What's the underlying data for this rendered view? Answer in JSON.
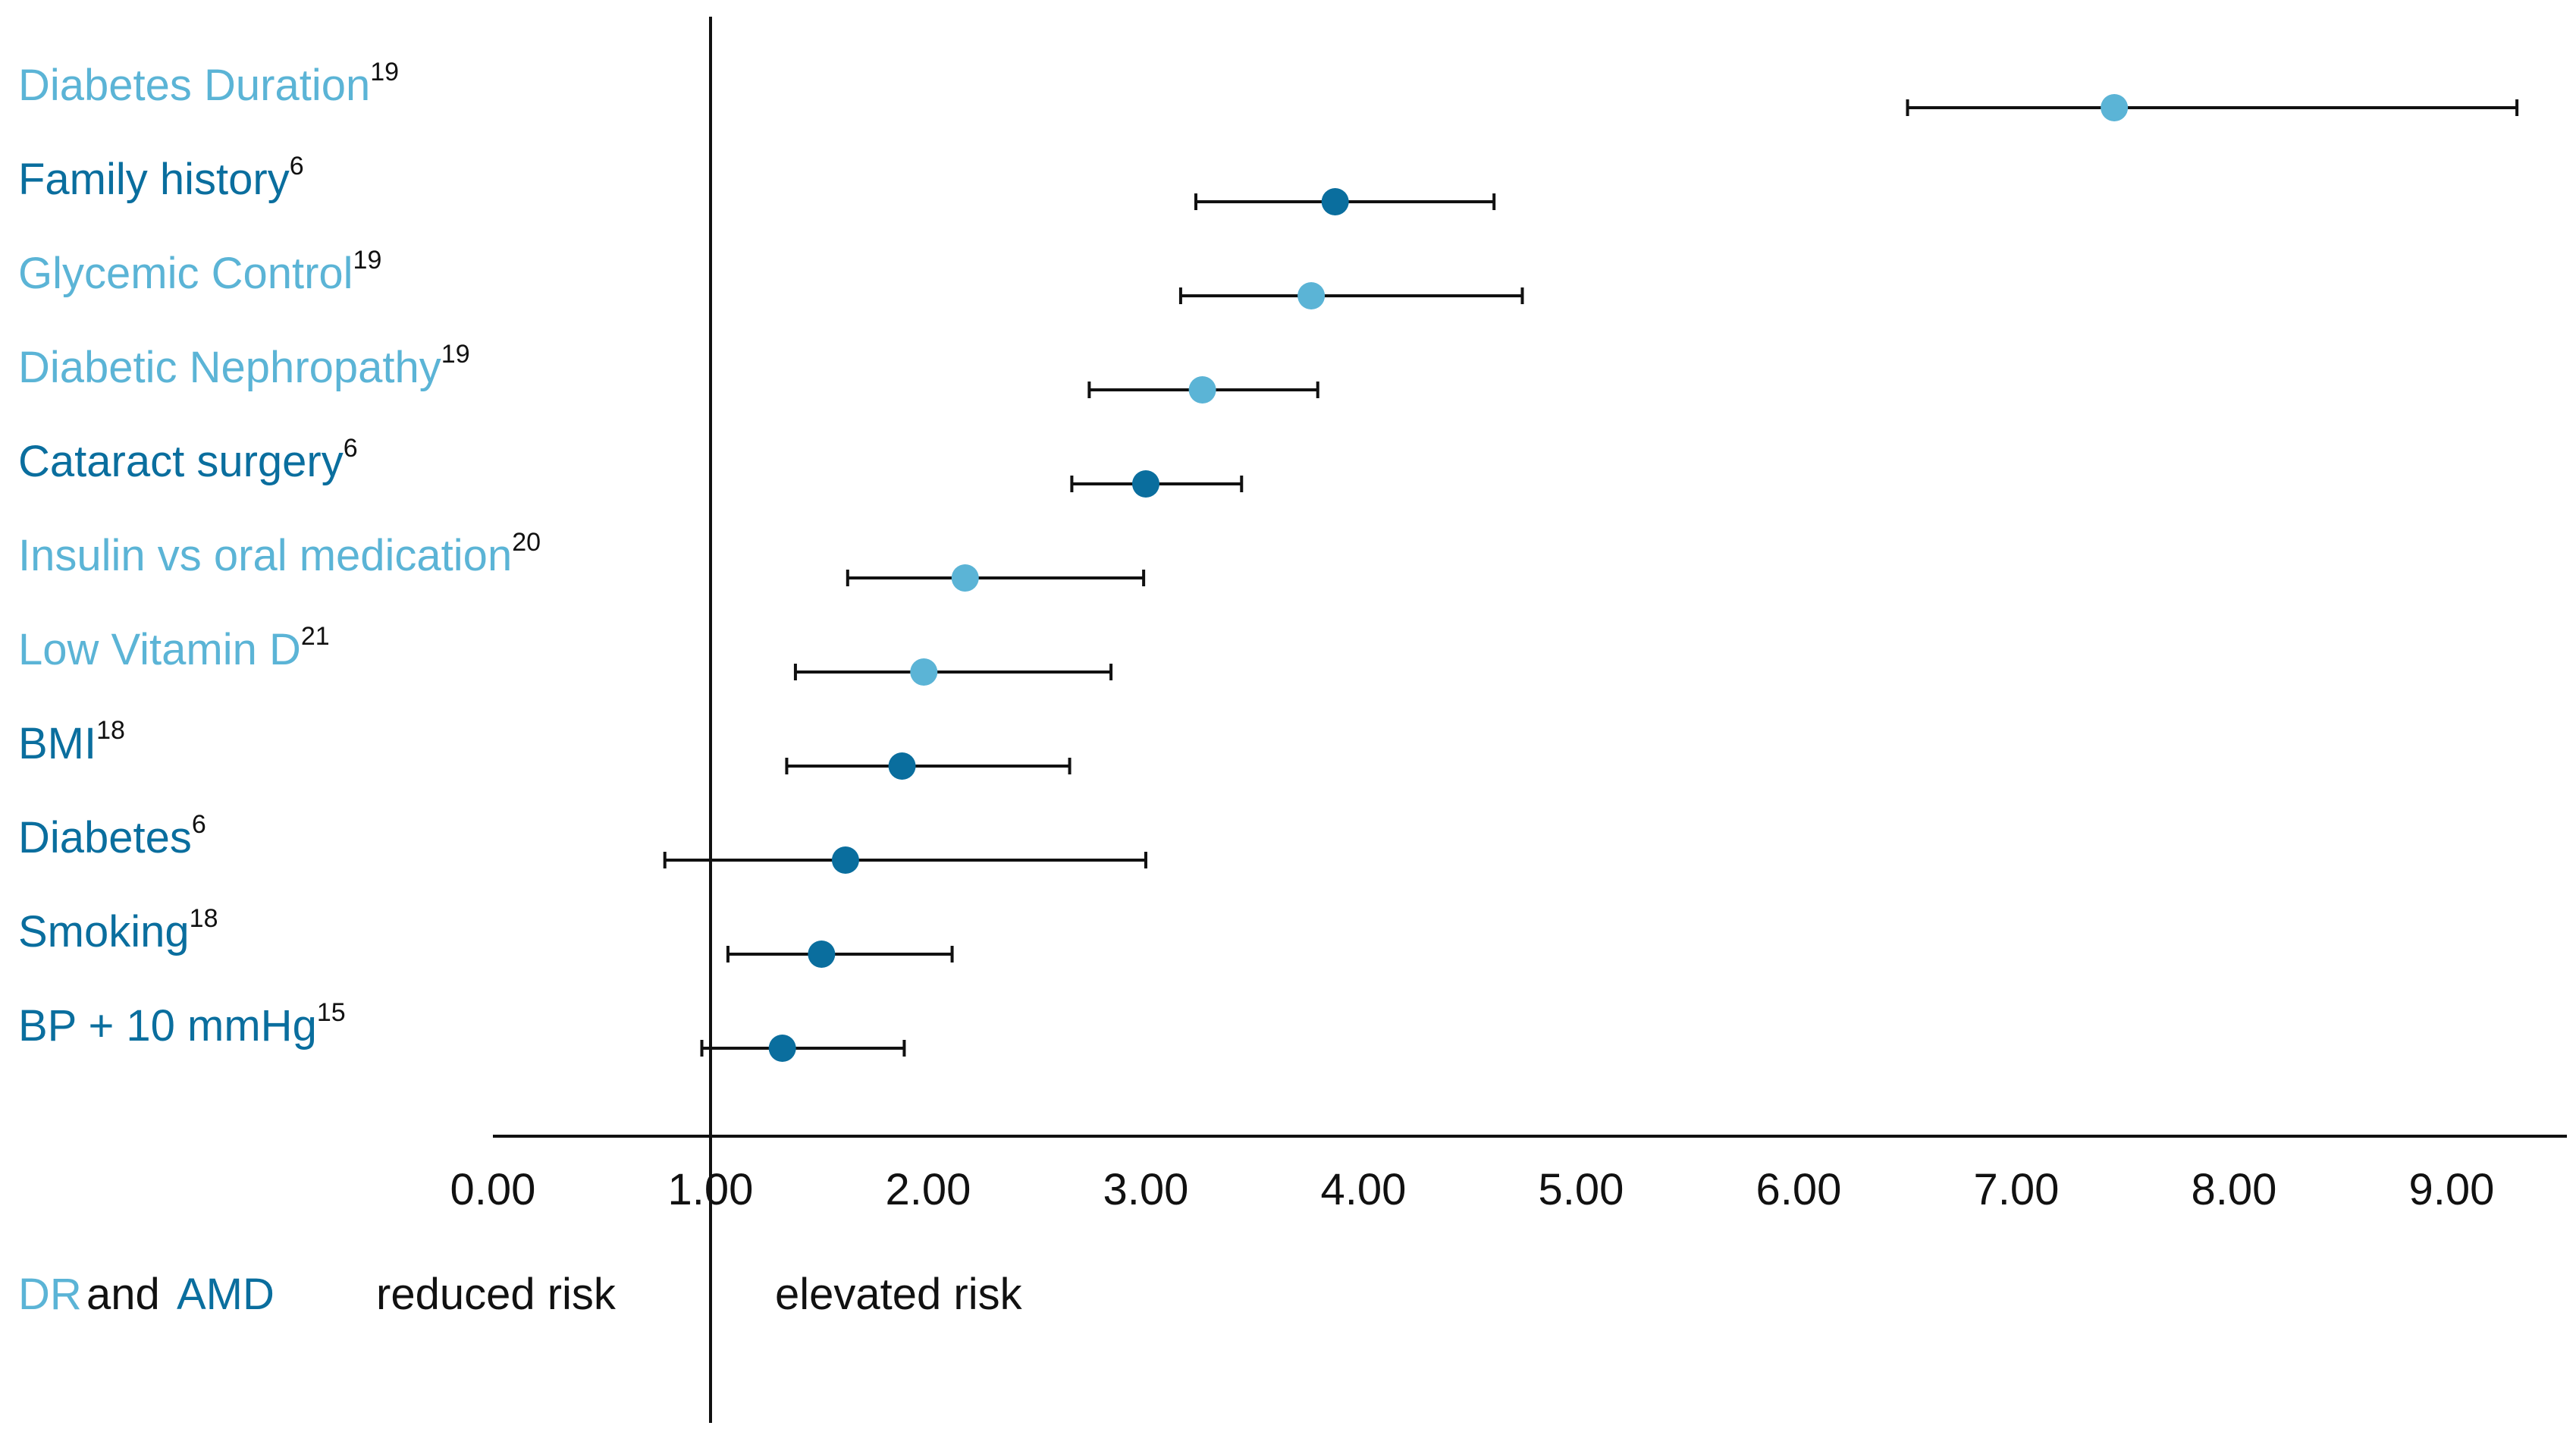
{
  "colors": {
    "dr": "#5BB4D6",
    "amd": "#0A6E9E",
    "ink": "#111111"
  },
  "legend": {
    "dr": "DR",
    "and": "and",
    "amd": "AMD",
    "reduced": "reduced risk",
    "elevated": "elevated risk"
  },
  "chart_data": {
    "type": "scatter",
    "subtype": "forest-plot",
    "reference_line": 1.0,
    "xlim": [
      0,
      9.5
    ],
    "xticks": [
      "0.00",
      "1.00",
      "2.00",
      "3.00",
      "4.00",
      "5.00",
      "6.00",
      "7.00",
      "8.00",
      "9.00"
    ],
    "xtick_values": [
      0,
      1,
      2,
      3,
      4,
      5,
      6,
      7,
      8,
      9
    ],
    "grid": false,
    "series": [
      {
        "name": "DR",
        "color": "#5BB4D6"
      },
      {
        "name": "AMD",
        "color": "#0A6E9E"
      }
    ],
    "rows": [
      {
        "label": "Diabetes Duration",
        "ref": "19",
        "group": "dr",
        "value": 7.45,
        "low": 6.5,
        "high": 9.3
      },
      {
        "label": "Family history",
        "ref": "6",
        "group": "amd",
        "value": 3.87,
        "low": 3.23,
        "high": 4.6
      },
      {
        "label": "Glycemic Control",
        "ref": "19",
        "group": "dr",
        "value": 3.76,
        "low": 3.16,
        "high": 4.73
      },
      {
        "label": "Diabetic Nephropathy",
        "ref": "19",
        "group": "dr",
        "value": 3.26,
        "low": 2.74,
        "high": 3.79
      },
      {
        "label": "Cataract surgery",
        "ref": "6",
        "group": "amd",
        "value": 3.0,
        "low": 2.66,
        "high": 3.44
      },
      {
        "label": "Insulin vs oral medication",
        "ref": "20",
        "group": "dr",
        "value": 2.17,
        "low": 1.63,
        "high": 2.99
      },
      {
        "label": "Low Vitamin D",
        "ref": "21",
        "group": "dr",
        "value": 1.98,
        "low": 1.39,
        "high": 2.84
      },
      {
        "label": "BMI",
        "ref": "18",
        "group": "amd",
        "value": 1.88,
        "low": 1.35,
        "high": 2.65
      },
      {
        "label": "Diabetes",
        "ref": "6",
        "group": "amd",
        "value": 1.62,
        "low": 0.79,
        "high": 3.0
      },
      {
        "label": "Smoking",
        "ref": "18",
        "group": "amd",
        "value": 1.51,
        "low": 1.08,
        "high": 2.11
      },
      {
        "label": "BP + 10 mmHg",
        "ref": "15",
        "group": "amd",
        "value": 1.33,
        "low": 0.96,
        "high": 1.89
      }
    ]
  }
}
